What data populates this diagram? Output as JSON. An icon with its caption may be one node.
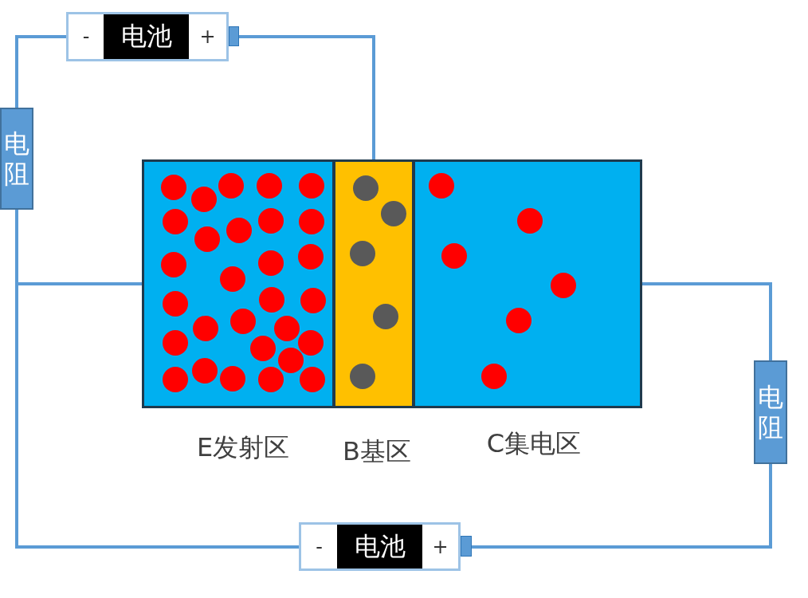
{
  "diagram": {
    "nodes": [
      {
        "text": [
          "-",
          "电池",
          "+"
        ]
      },
      {
        "text": [
          "电阻"
        ]
      },
      {
        "text": [],
        "shape": "box",
        "beside": [
          "E发射区"
        ]
      },
      {
        "text": [],
        "shape": "box",
        "beside": [
          "B基区"
        ]
      },
      {
        "text": [],
        "shape": "box",
        "beside": [
          "C集电区"
        ]
      },
      {
        "text": [
          "电阻"
        ]
      },
      {
        "text": [
          "-",
          "电池",
          "+"
        ]
      }
    ],
    "edges": [
      {
        "from": 0,
        "to": 1,
        "arrow": "none"
      },
      {
        "from": 0,
        "to": 3,
        "arrow": "none"
      },
      {
        "from": 1,
        "to": 2,
        "arrow": "none"
      },
      {
        "from": 1,
        "to": 6,
        "arrow": "none"
      },
      {
        "from": 4,
        "to": 5,
        "arrow": "none"
      },
      {
        "from": 5,
        "to": 6,
        "arrow": "none"
      }
    ]
  }
}
